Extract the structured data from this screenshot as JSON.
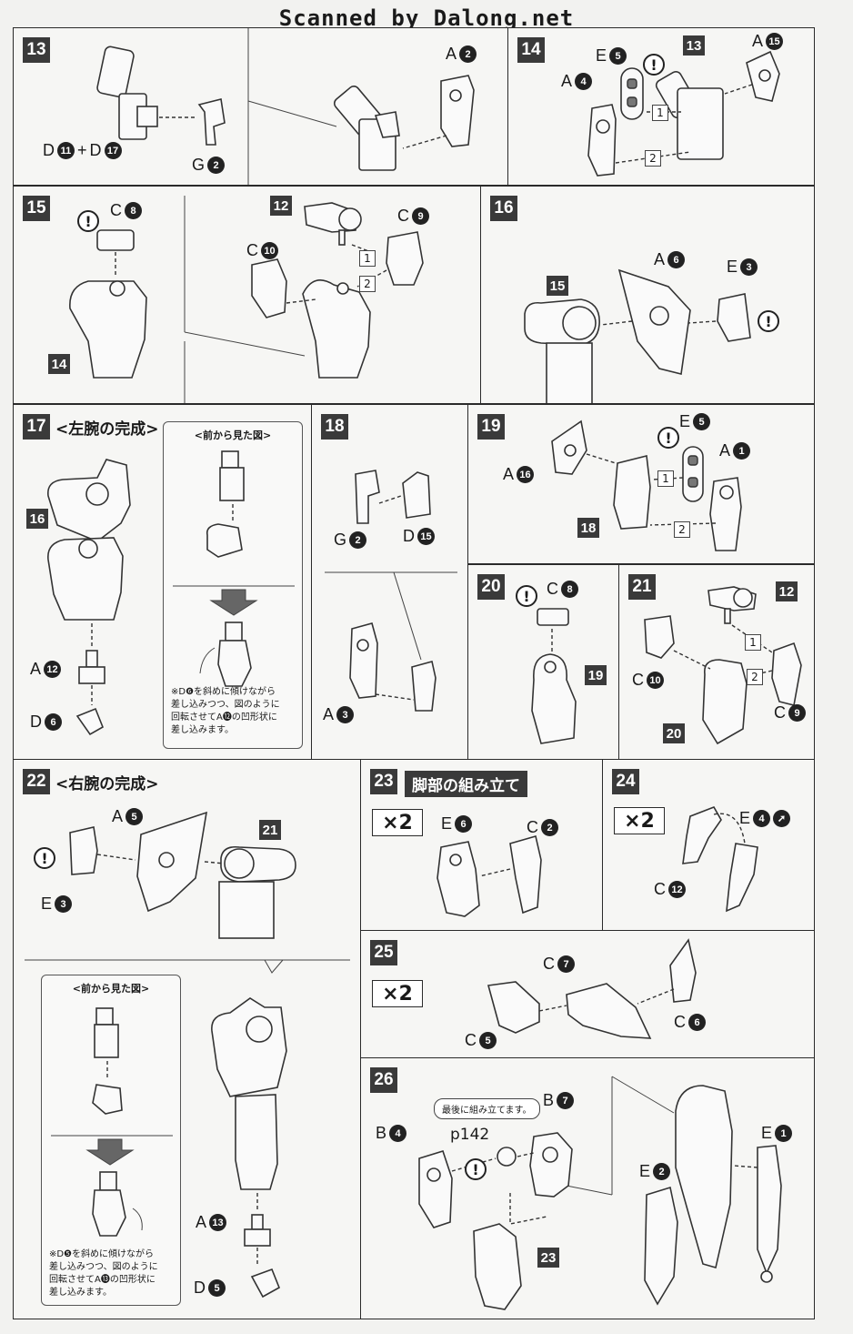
{
  "header": {
    "text": "Scanned by Dalong.net"
  },
  "steps": {
    "s13": {
      "number": "13",
      "labels": {
        "a2": "A",
        "a2n": "2",
        "d11": "D",
        "d11n": "11",
        "plus": "+",
        "d17": "D",
        "d17n": "17",
        "g2": "G",
        "g2n": "2"
      }
    },
    "s14": {
      "number": "14",
      "labels": {
        "e5": "E",
        "e5n": "5",
        "a4": "A",
        "a4n": "4",
        "a15": "A",
        "a15n": "15",
        "ref13": "13",
        "o1": "1",
        "o2": "2"
      }
    },
    "s15": {
      "number": "15",
      "labels": {
        "c8": "C",
        "c8n": "8",
        "ref14": "14",
        "ref12": "12",
        "c9": "C",
        "c9n": "9",
        "c10": "C",
        "c10n": "10",
        "o1": "1",
        "o2": "2"
      }
    },
    "s16": {
      "number": "16",
      "labels": {
        "a6": "A",
        "a6n": "6",
        "e3": "E",
        "e3n": "3",
        "ref15": "15"
      }
    },
    "s17": {
      "number": "17",
      "title": "<左腕の完成>",
      "inset_title": "<前から見た図>",
      "labels": {
        "ref16": "16",
        "a12": "A",
        "a12n": "12",
        "d6": "D",
        "d6n": "6"
      },
      "note": [
        "※D❻を斜めに傾けながら",
        "差し込みつつ、図のように",
        "回転させてA⓬の凹形状に",
        "差し込みます。"
      ]
    },
    "s18": {
      "number": "18",
      "labels": {
        "g2": "G",
        "g2n": "2",
        "d15": "D",
        "d15n": "15",
        "a3": "A",
        "a3n": "3"
      }
    },
    "s19": {
      "number": "19",
      "labels": {
        "a16": "A",
        "a16n": "16",
        "e5": "E",
        "e5n": "5",
        "a1": "A",
        "a1n": "1",
        "ref18": "18",
        "o1": "1",
        "o2": "2"
      }
    },
    "s20": {
      "number": "20",
      "labels": {
        "c8": "C",
        "c8n": "8",
        "ref19": "19"
      }
    },
    "s21": {
      "number": "21",
      "labels": {
        "ref12": "12",
        "c10": "C",
        "c10n": "10",
        "c9": "C",
        "c9n": "9",
        "ref20": "20",
        "o1": "1",
        "o2": "2"
      }
    },
    "s22": {
      "number": "22",
      "title": "<右腕の完成>",
      "inset_title": "<前から見た図>",
      "labels": {
        "a5": "A",
        "a5n": "5",
        "ref21": "21",
        "e3": "E",
        "e3n": "3",
        "a13": "A",
        "a13n": "13",
        "d5": "D",
        "d5n": "5"
      },
      "note": [
        "※D❺を斜めに傾けながら",
        "差し込みつつ、図のように",
        "回転させてA⓭の凹形状に",
        "差し込みます。"
      ]
    },
    "s23": {
      "number": "23",
      "title": "脚部の組み立て",
      "times": "×2",
      "labels": {
        "e6": "E",
        "e6n": "6",
        "c2": "C",
        "c2n": "2"
      }
    },
    "s24": {
      "number": "24",
      "times": "×2",
      "labels": {
        "e4": "E",
        "e4n": "4",
        "c12": "C",
        "c12n": "12"
      }
    },
    "s25": {
      "number": "25",
      "times": "×2",
      "labels": {
        "c7": "C",
        "c7n": "7",
        "c5": "C",
        "c5n": "5",
        "c6": "C",
        "c6n": "6"
      }
    },
    "s26": {
      "number": "26",
      "callout": "最後に組み立てます。",
      "page_ref": "p142",
      "labels": {
        "b4": "B",
        "b4n": "4",
        "b7": "B",
        "b7n": "7",
        "ref23": "23",
        "e1": "E",
        "e1n": "1",
        "e2": "E",
        "e2n": "2"
      }
    }
  },
  "warn_mark": "!"
}
